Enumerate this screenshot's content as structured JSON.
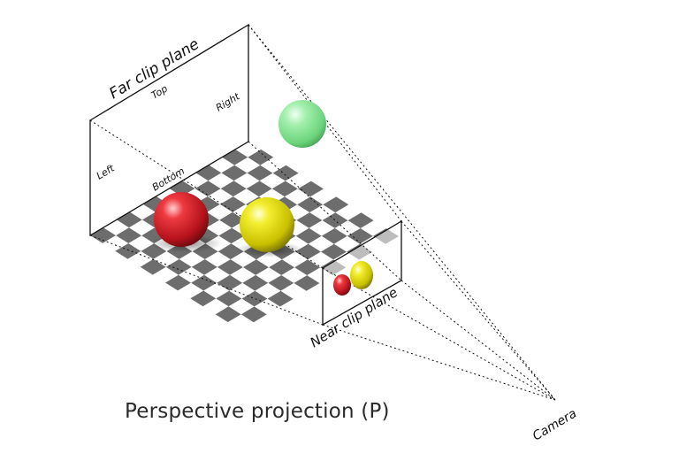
{
  "labels": {
    "far_clip_plane": "Far clip plane",
    "near_clip_plane": "Near clip plane",
    "top": "Top",
    "bottom": "Bottom",
    "left": "Left",
    "right": "Right",
    "camera": "Camera",
    "caption": "Perspective projection (P)"
  },
  "colors": {
    "checker_dark": "#6d6d6d",
    "checker_light": "#ffffff",
    "sphere_red": "#d0202a",
    "sphere_yellow": "#e8e000",
    "sphere_green": "#7fe08c",
    "outline": "#111111"
  }
}
